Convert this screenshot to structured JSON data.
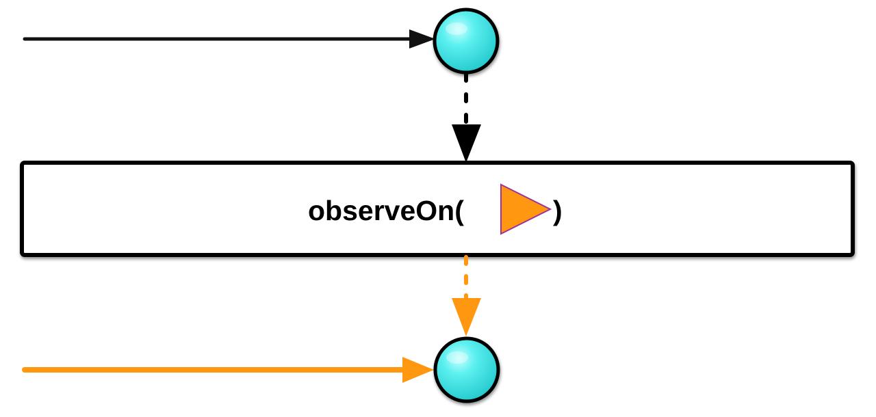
{
  "diagram": {
    "type": "marble-diagram",
    "operator": {
      "name": "observeOn",
      "label_open": "observeOn(",
      "label_close": ")",
      "argument_icon": "orange-triangle-scheduler-icon"
    },
    "input_stream": {
      "color": "#111111",
      "emissions": 1
    },
    "output_stream": {
      "color": "#ff9710",
      "emissions": 1
    },
    "colors": {
      "marble_fill": "#3ee8e8",
      "marble_stroke": "#000000",
      "operator_box_fill": "#ffffff",
      "operator_box_stroke": "#000000",
      "scheduler_triangle_fill": "#ff9710",
      "scheduler_triangle_stroke": "#a0339b",
      "input_connector": "#000000",
      "output_connector": "#ff9710"
    }
  }
}
